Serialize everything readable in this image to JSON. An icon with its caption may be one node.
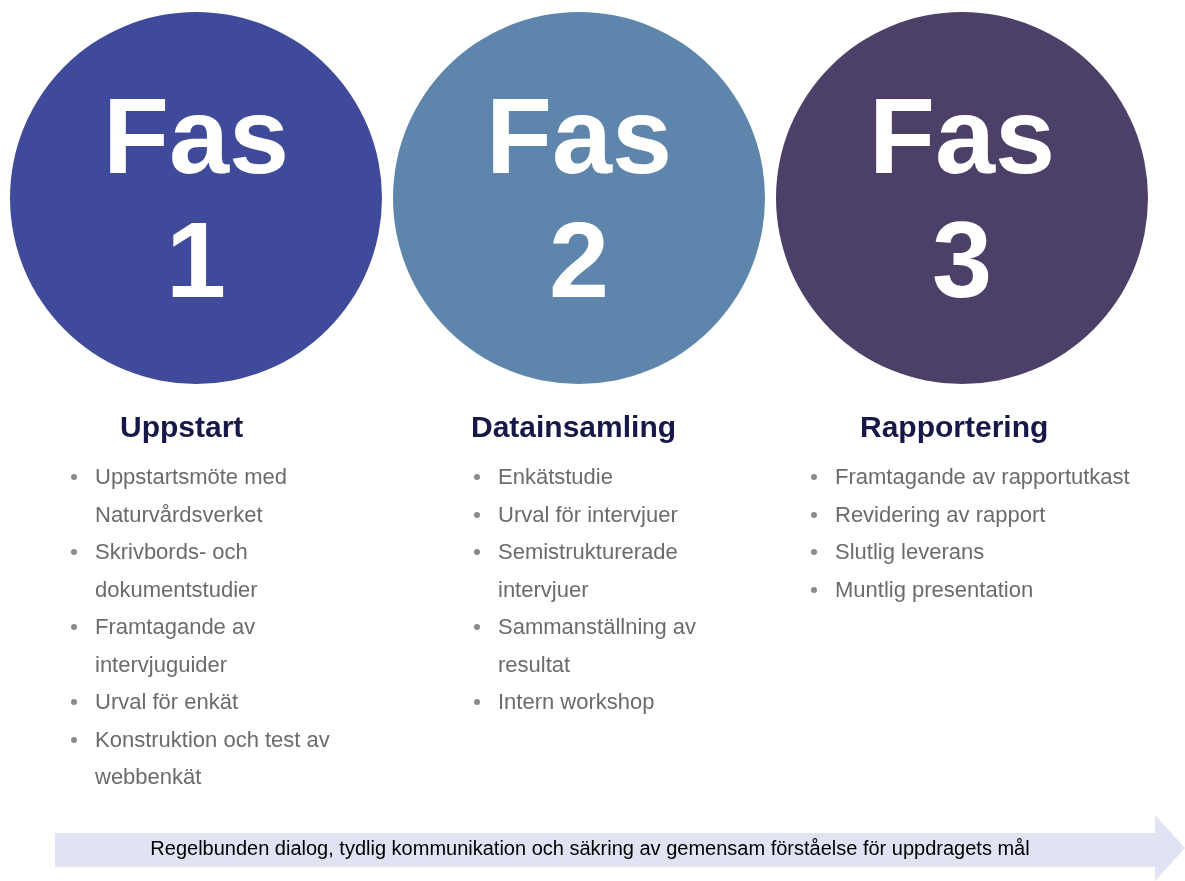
{
  "diagram": {
    "nodes": [
      {
        "text": [
          "Fas 1"
        ],
        "beside": [
          "Uppstart",
          "Uppstartsmöte med Naturvårdsverket",
          "Skrivbords- och dokumentstudier",
          "Framtagande av intervjuguider",
          "Urval för enkät",
          "Konstruktion och test av webbenkät"
        ]
      },
      {
        "text": [
          "Fas 2"
        ],
        "beside": [
          "Datainsamling",
          "Enkätstudie",
          "Urval för intervjuer",
          "Semistrukturerade intervjuer",
          "Sammanställning av resultat",
          "Intern workshop"
        ]
      },
      {
        "text": [
          "Fas 3"
        ],
        "beside": [
          "Rapportering",
          "Framtagande av rapportutkast",
          "Revidering av rapport",
          "Slutlig leverans",
          "Muntlig presentation"
        ]
      },
      {
        "text": [
          "Regelbunden dialog, tydlig kommunikation och säkring av gemensam förståelse för uppdragets mål"
        ]
      }
    ]
  }
}
